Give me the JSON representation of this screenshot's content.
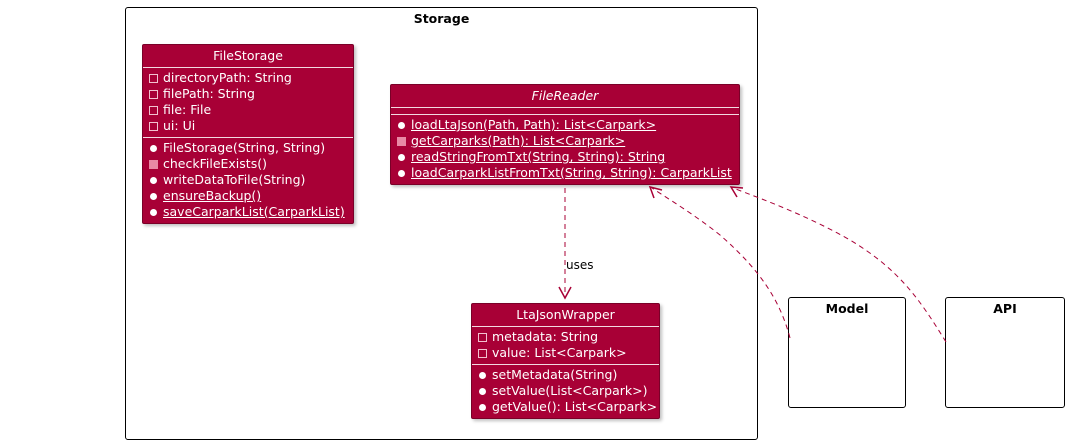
{
  "storage": {
    "title": "Storage"
  },
  "external": {
    "model": {
      "title": "Model"
    },
    "api": {
      "title": "API"
    }
  },
  "relations": {
    "uses_label": "uses"
  },
  "colors": {
    "class_fill": "#a80036",
    "arrow": "#a80036"
  },
  "classes": {
    "file_storage": {
      "name": "FileStorage",
      "fields": [
        {
          "vis": "private",
          "text": "directoryPath: String"
        },
        {
          "vis": "private",
          "text": "filePath: String"
        },
        {
          "vis": "private",
          "text": "file: File"
        },
        {
          "vis": "private",
          "text": "ui: Ui"
        }
      ],
      "methods": [
        {
          "vis": "public",
          "text": "FileStorage(String, String)"
        },
        {
          "vis": "private",
          "text": "checkFileExists()"
        },
        {
          "vis": "public",
          "text": "writeDataToFile(String)"
        },
        {
          "vis": "public",
          "text": "ensureBackup()",
          "static": true
        },
        {
          "vis": "public",
          "text": "saveCarparkList(CarparkList)",
          "static": true
        }
      ]
    },
    "file_reader": {
      "name": "FileReader",
      "methods": [
        {
          "vis": "public",
          "text": "loadLtaJson(Path, Path): List<Carpark>",
          "static": true
        },
        {
          "vis": "private",
          "text": "getCarparks(Path): List<Carpark>",
          "static": true
        },
        {
          "vis": "public",
          "text": "readStringFromTxt(String, String): String",
          "static": true
        },
        {
          "vis": "public",
          "text": "loadCarparkListFromTxt(String, String): CarparkList",
          "static": true
        }
      ]
    },
    "lta_json_wrapper": {
      "name": "LtaJsonWrapper",
      "fields": [
        {
          "vis": "private",
          "text": "metadata: String"
        },
        {
          "vis": "private",
          "text": "value: List<Carpark>"
        }
      ],
      "methods": [
        {
          "vis": "public",
          "text": "setMetadata(String)"
        },
        {
          "vis": "public",
          "text": "setValue(List<Carpark>)"
        },
        {
          "vis": "public",
          "text": "getValue(): List<Carpark>"
        }
      ]
    }
  }
}
